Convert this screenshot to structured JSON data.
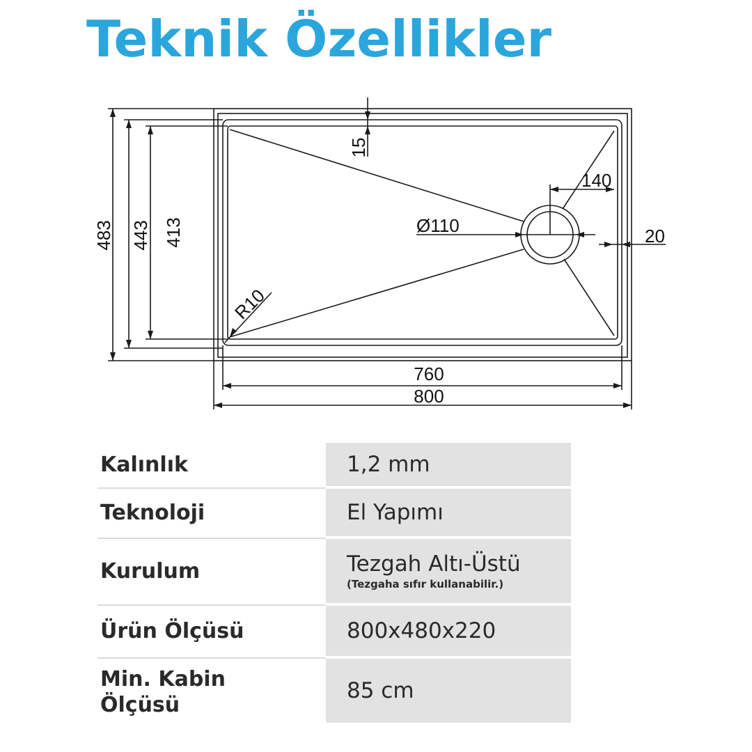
{
  "header": {
    "title": "Teknik Özellikler"
  },
  "drawing": {
    "dimensions": {
      "d483": "483",
      "d443": "443",
      "d413": "413",
      "d15": "15",
      "d140": "140",
      "d110": "Ø110",
      "d20": "20",
      "r10": "R10",
      "d760": "760",
      "d800": "800"
    }
  },
  "specs": [
    {
      "label": "Kalınlık",
      "value": "1,2 mm",
      "note": ""
    },
    {
      "label": "Teknoloji",
      "value": "El Yapımı",
      "note": ""
    },
    {
      "label": "Kurulum",
      "value": "Tezgah Altı-Üstü",
      "note": "(Tezgaha sıfır kullanabilir.)"
    },
    {
      "label": "Ürün Ölçüsü",
      "value": "800x480x220",
      "note": ""
    },
    {
      "label": "Min. Kabin Ölçüsü",
      "value": "85 cm",
      "note": ""
    }
  ]
}
